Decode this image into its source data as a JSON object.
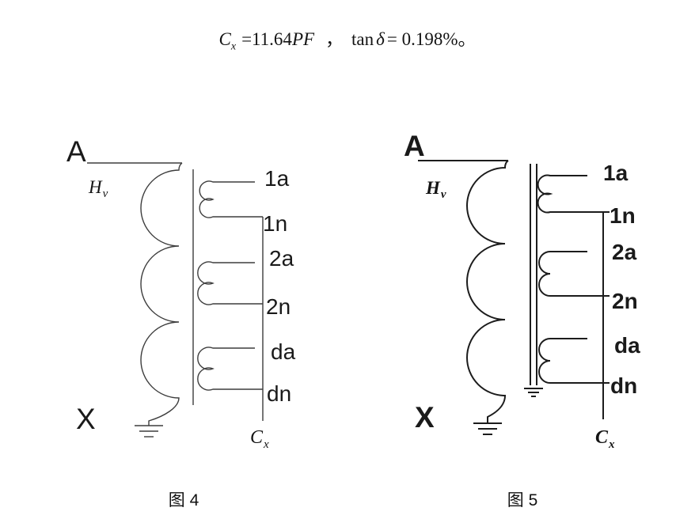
{
  "formula": {
    "cx_base": "C",
    "cx_sub": "x",
    "eq1": "=11.64",
    "pf": "PF",
    "comma": "，",
    "tan": "tan",
    "delta": "δ",
    "eq2": "= 0.198%",
    "period": "。"
  },
  "fig4": {
    "terminal_a": "A",
    "terminal_x": "X",
    "hv_base": "H",
    "hv_sub": "v",
    "cx_base": "C",
    "cx_sub": "x",
    "taps": [
      "1a",
      "1n",
      "2a",
      "2n",
      "da",
      "dn"
    ],
    "caption": "图 4"
  },
  "fig5": {
    "terminal_a": "A",
    "terminal_x": "X",
    "hv_base": "H",
    "hv_sub": "v",
    "cx_base": "C",
    "cx_sub": "x",
    "taps": [
      "1a",
      "1n",
      "2a",
      "2n",
      "da",
      "dn"
    ],
    "caption": "图 5"
  }
}
